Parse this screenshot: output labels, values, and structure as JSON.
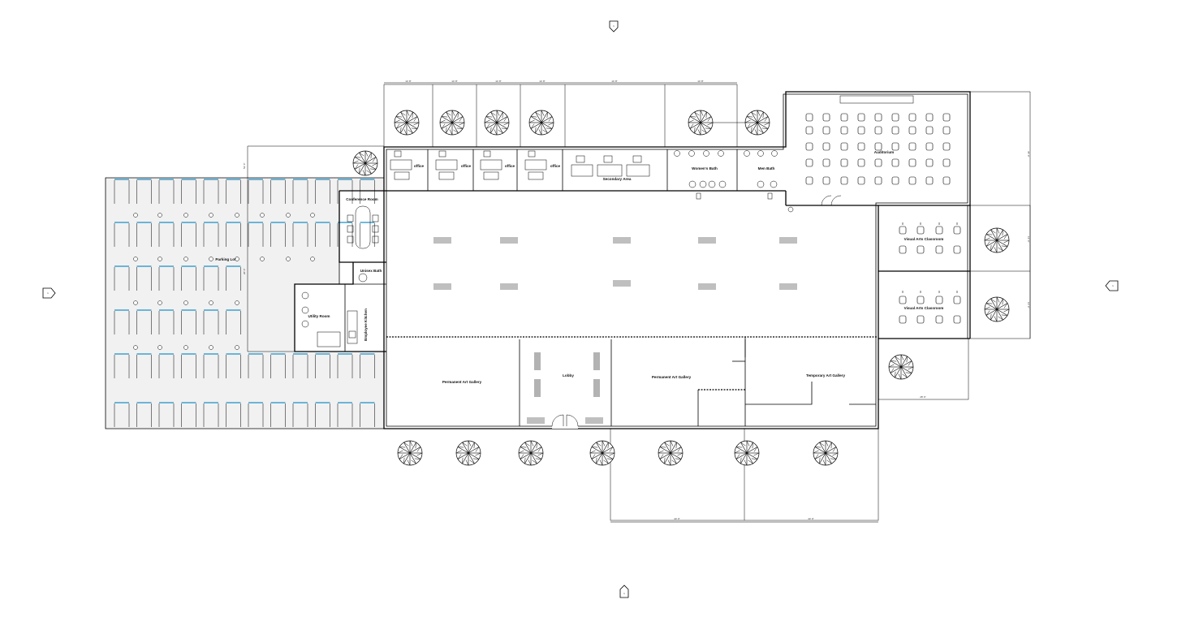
{
  "rooms": {
    "parking": "Parking Lot",
    "conference": "Conference Room",
    "unisex_bath": "Unisex Bath",
    "utility": "Utility Room",
    "employee_kitchen": "Employee Kitchen",
    "office": "office",
    "secondary_area": "Secondary Area",
    "womens_bath": "Women's Bath",
    "mens_bath": "Men Bath",
    "auditorium": "Auditorium",
    "visual_arts_1": "Visual Arts Classroom",
    "visual_arts_2": "Visual Arts Classroom",
    "permanent_gallery_1": "Permanent Art Gallery",
    "permanent_gallery_2": "Permanent Art Gallery",
    "temporary_gallery": "Temporary Art Gallery",
    "lobby": "Lobby"
  },
  "markers": {
    "north": "1",
    "south": "1",
    "west": "1",
    "east": "1"
  },
  "dimensions": {
    "top": [
      "14' 8\"",
      "14' 8\"",
      "14' 8\"",
      "14' 8\"",
      "14' 8\"",
      "14' 8\""
    ],
    "right_upper": "35' 0\"",
    "right_mid": "16' 0\"",
    "right_lower": "16' 0\"",
    "right_bottom": "28' 0\"",
    "left_vertical": "52' 0\"",
    "parking_mid": "20' 0\"",
    "bottom_left": "44' 0\"",
    "bottom_right": "44' 0\""
  },
  "colors": {
    "parking_fill": "#f1f1f1",
    "parking_stripe": "#1e90c8",
    "line": "#000000"
  }
}
